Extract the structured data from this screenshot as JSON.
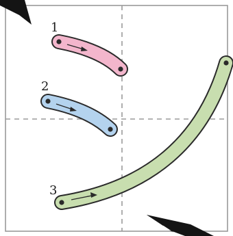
{
  "diagram": {
    "title": "",
    "frame_color": "#9a9a9a",
    "guide_color": "#9a9a9a",
    "outline_color": "#2a2a2a",
    "arrow_color": "#2a2a2a",
    "pointer_color": "#141414",
    "strokes": [
      {
        "number": "1",
        "fill": "#f3b6cc",
        "direction": "down-right"
      },
      {
        "number": "2",
        "fill": "#b4d3ee",
        "direction": "down-right"
      },
      {
        "number": "3",
        "fill": "#c8deaf",
        "direction": "up-right"
      }
    ]
  }
}
